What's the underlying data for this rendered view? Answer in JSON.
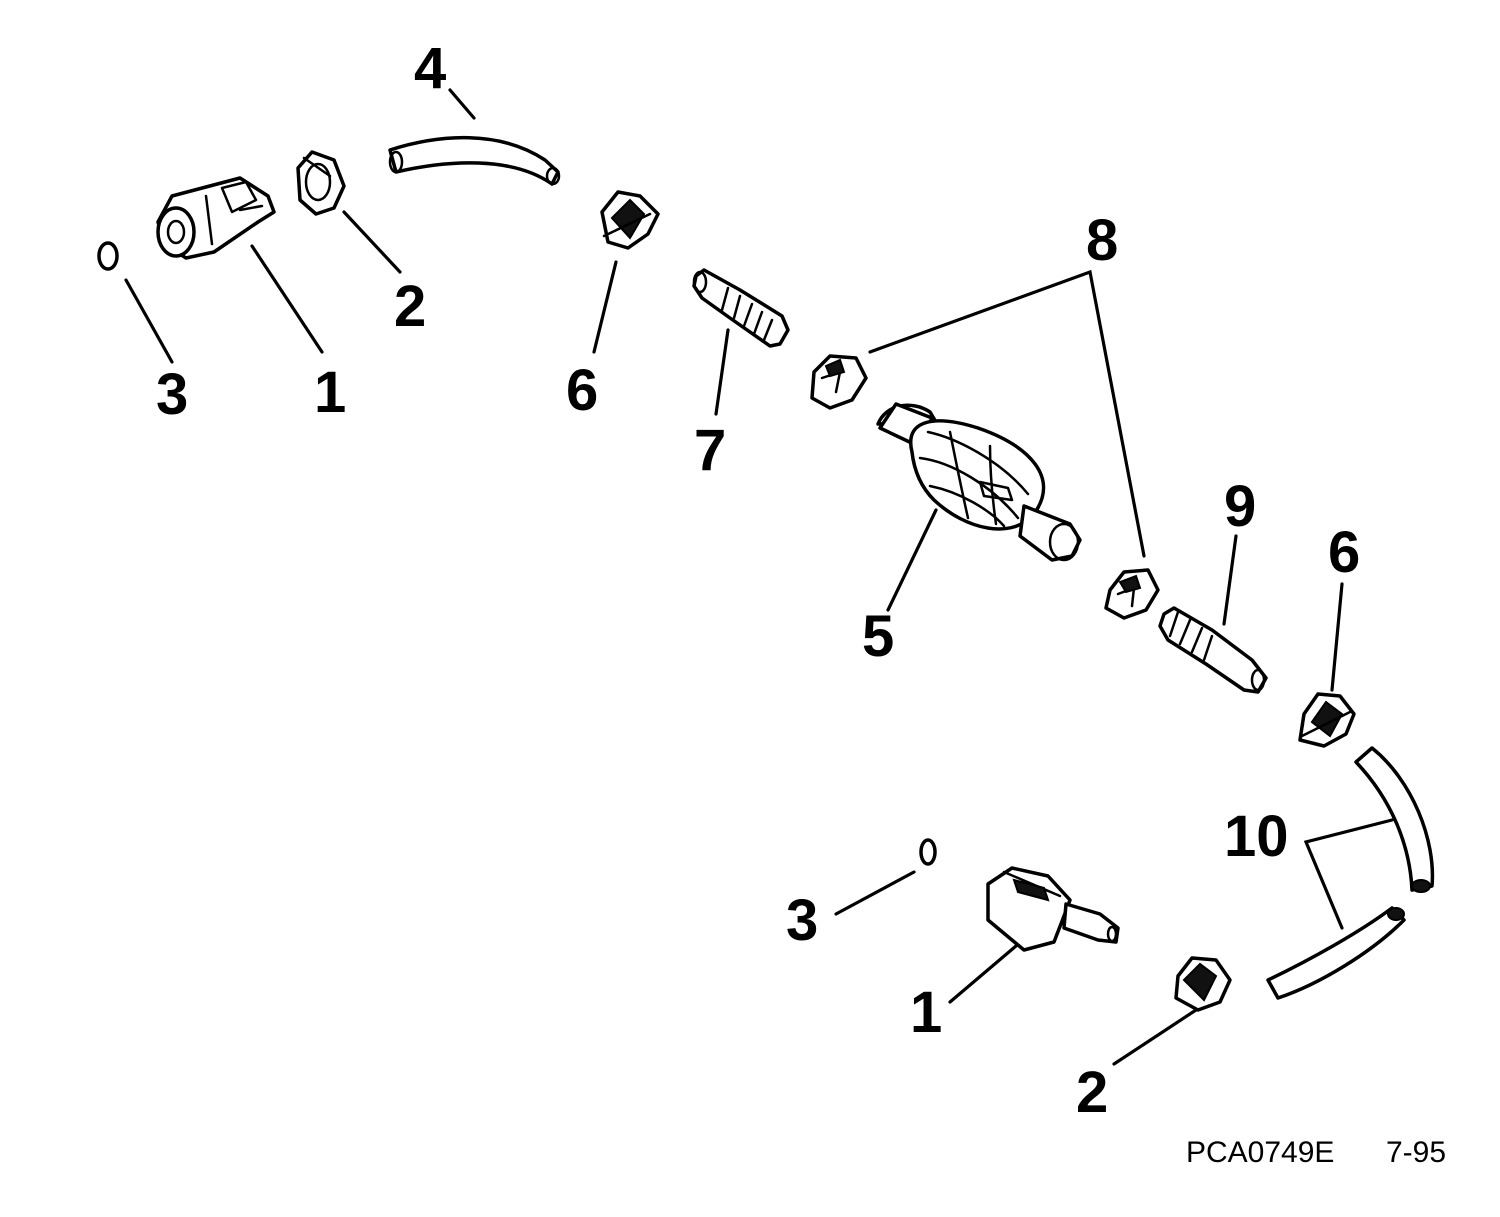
{
  "callouts": {
    "c1a": "1",
    "c1b": "1",
    "c2a": "2",
    "c2b": "2",
    "c3a": "3",
    "c3b": "3",
    "c4": "4",
    "c5": "5",
    "c6a": "6",
    "c6b": "6",
    "c7": "7",
    "c8": "8",
    "c9": "9",
    "c10": "10"
  },
  "footer": {
    "code": "PCA0749E",
    "date": "7-95"
  }
}
